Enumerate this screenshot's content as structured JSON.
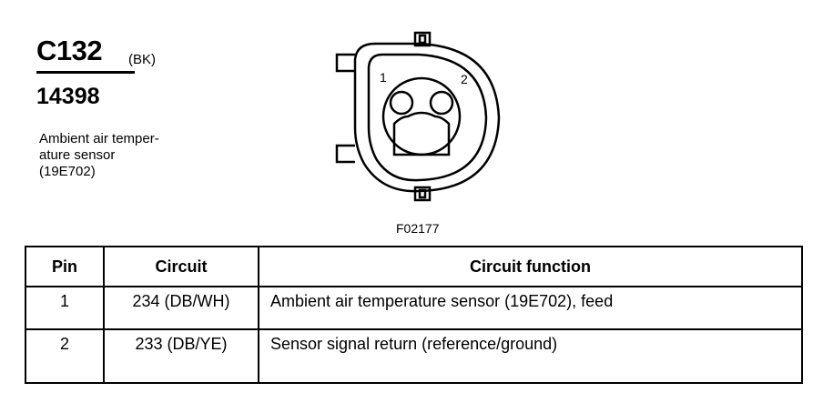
{
  "header": {
    "connector_id": "C132",
    "connector_color": "(BK)",
    "part_number": "14398",
    "description_lines": [
      "Ambient air temper-",
      "ature sensor",
      "(19E702)"
    ]
  },
  "diagram": {
    "figure_id": "F02177",
    "pin_labels": [
      "1",
      "2"
    ]
  },
  "table": {
    "headers": [
      "Pin",
      "Circuit",
      "Circuit function"
    ],
    "rows": [
      [
        "1",
        "234 (DB/WH)",
        "Ambient air temperature sensor (19E702), feed"
      ],
      [
        "2",
        "233 (DB/YE)",
        "Sensor signal return (reference/ground)"
      ]
    ]
  }
}
